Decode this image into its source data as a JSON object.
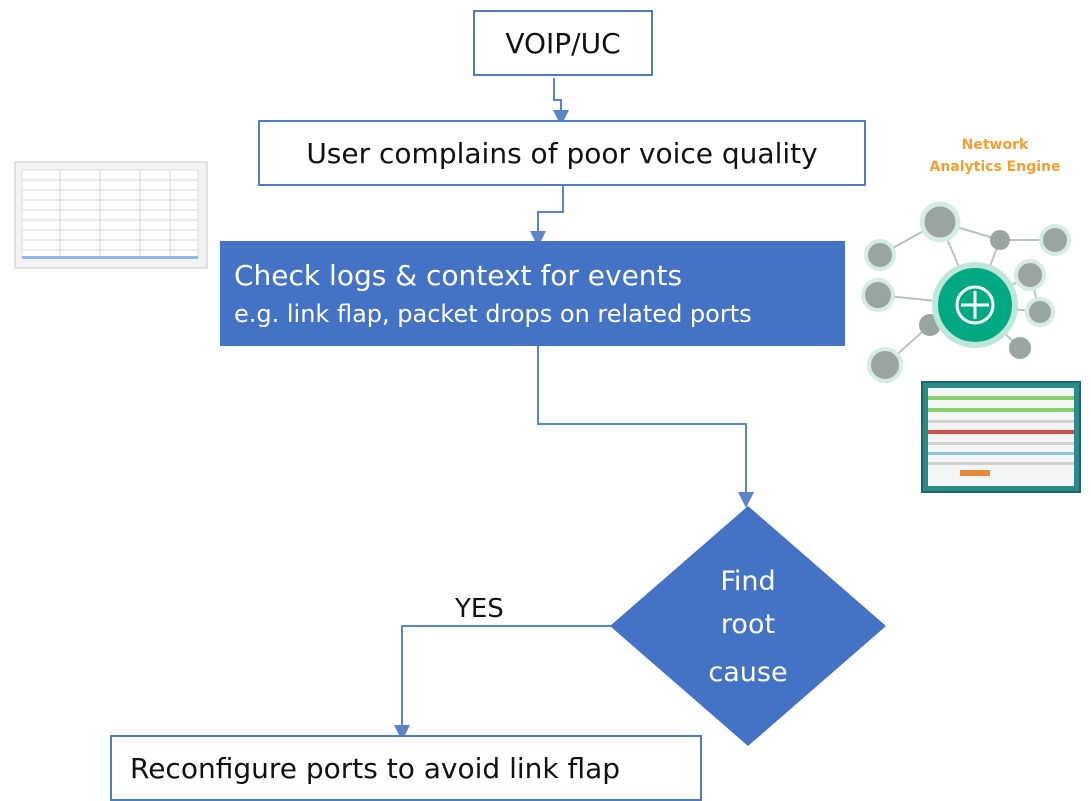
{
  "nodes": {
    "voip": "VOIP/UC",
    "complaint": "User complains of poor voice quality",
    "check_line1": "Check logs & context for events",
    "check_line2": "e.g. link flap, packet drops on related ports",
    "decision_line1": "Find",
    "decision_line2": "root",
    "decision_line3": "cause",
    "reconfigure": "Reconfigure ports to avoid link flap"
  },
  "edge_labels": {
    "yes": "YES"
  },
  "side_panel": {
    "title_line1": "Network",
    "title_line2": "Analytics Engine"
  },
  "colors": {
    "box_fill": "#4472c4",
    "box_border": "#4f7ec0",
    "connector": "#5a86c8",
    "nae_title": "#f0a030",
    "nae_hub": "#01a982"
  }
}
